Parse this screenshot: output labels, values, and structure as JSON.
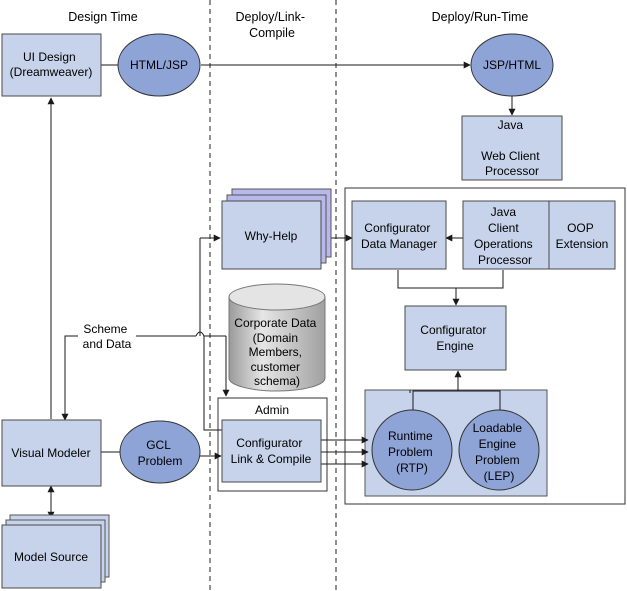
{
  "colors": {
    "box_fill": "#c6d3ea",
    "box_stroke": "#4a4a4a",
    "ellipse_fill": "#8ea3d6",
    "back_fill": "#b9b8ea",
    "container_fill": "#c6d3ea",
    "cylinder_light": "#e0e0e0",
    "cylinder_dark": "#a8a8a8",
    "line": "#1a1a1a"
  },
  "columns": {
    "design_time": "Design Time",
    "deploy_link_compile": [
      "Deploy/Link-",
      "Compile"
    ],
    "deploy_run_time": "Deploy/Run-Time"
  },
  "nodes": {
    "ui_design": [
      "UI Design",
      "(Dreamweaver)"
    ],
    "html_jsp": [
      "HTML/JSP"
    ],
    "jsp_html": [
      "JSP/HTML"
    ],
    "java_web_client": [
      "Java",
      "",
      "Web Client",
      "Processor"
    ],
    "why_help": [
      "Why-Help"
    ],
    "configurator_data_manager": [
      "Configurator",
      "Data Manager"
    ],
    "java_client_ops": [
      "Java",
      "Client",
      "Operations",
      "Processor"
    ],
    "oop_extension": [
      "OOP",
      "Extension"
    ],
    "corporate_data": [
      "Corporate Data",
      "(Domain",
      "Members,",
      "customer",
      "schema)"
    ],
    "configurator_engine": [
      "Configurator",
      "Engine"
    ],
    "scheme_and_data": [
      "Scheme",
      "and Data"
    ],
    "admin": [
      "Admin"
    ],
    "visual_modeler": [
      "Visual Modeler"
    ],
    "gcl_problem": [
      "GCL",
      "Problem"
    ],
    "configurator_link_compile": [
      "Configurator",
      "Link & Compile"
    ],
    "runtime_problem": [
      "Runtime",
      "Problem",
      "(RTP)"
    ],
    "loadable_engine_problem": [
      "Loadable",
      "Engine",
      "Problem",
      "(LEP)"
    ],
    "model_source": [
      "Model Source"
    ]
  }
}
